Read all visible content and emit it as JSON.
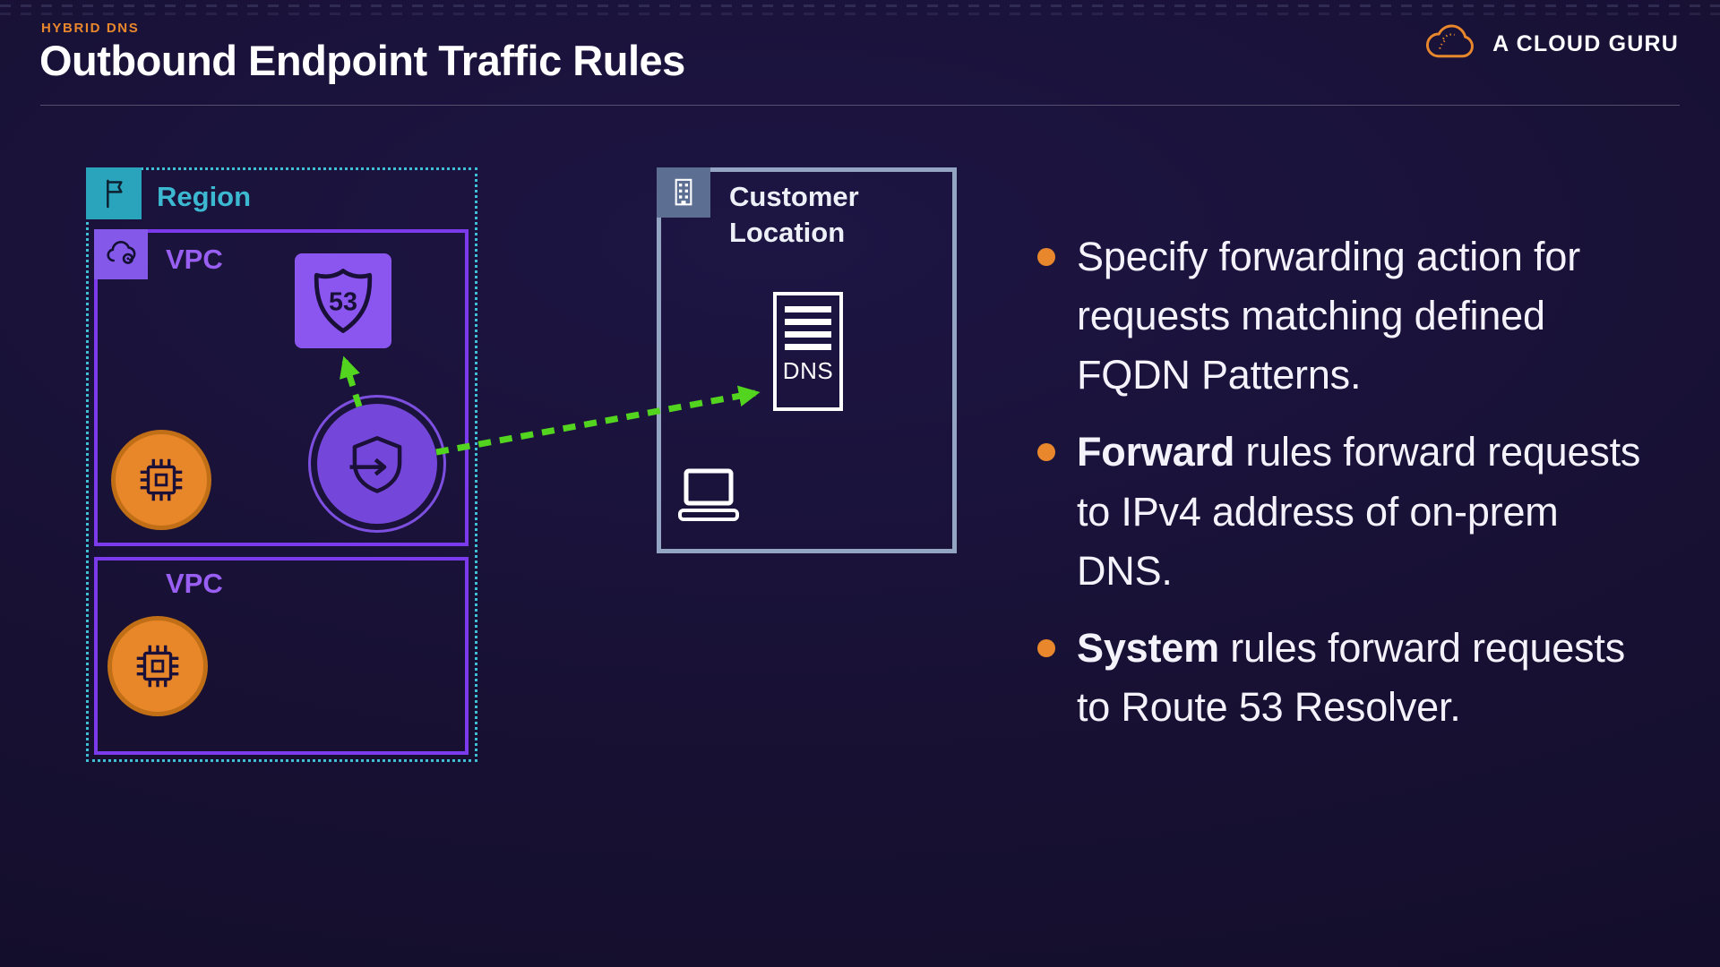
{
  "header": {
    "eyebrow": "HYBRID DNS",
    "title": "Outbound Endpoint Traffic Rules",
    "brand": "A CLOUD GURU"
  },
  "diagram": {
    "region": {
      "label": "Region"
    },
    "vpc1": {
      "label": "VPC"
    },
    "vpc2": {
      "label": "VPC"
    },
    "route53_badge": "53",
    "customer": {
      "label": "Customer Location"
    },
    "dns_server_label": "DNS"
  },
  "bullets": [
    {
      "segments": [
        {
          "text": "Specify forwarding action for requests matching defined FQDN Patterns.",
          "bold": false
        }
      ]
    },
    {
      "segments": [
        {
          "text": "Forward",
          "bold": true
        },
        {
          "text": " rules forward requests to IPv4 address of on-prem DNS.",
          "bold": false
        }
      ]
    },
    {
      "segments": [
        {
          "text": "System",
          "bold": true
        },
        {
          "text": " rules forward requests to Route 53 Resolver.",
          "bold": false
        }
      ]
    }
  ],
  "icons": {
    "region_badge": "flag-icon",
    "vpc_badge": "vpc-cloud-icon",
    "route53": "route-shield-icon",
    "ec2": "chip-icon",
    "resolver_endpoint": "shield-arrow-icon",
    "customer_badge": "building-icon",
    "dns": "dns-server-icon",
    "client": "laptop-icon",
    "brand": "acg-cloud-icon",
    "list_marker": "bullet-dot-icon"
  },
  "colors": {
    "accent_orange": "#E8872B",
    "purple_border": "#7C3AED",
    "purple_label": "#985FF2",
    "teal": "#3CB9D1",
    "steel_border": "#93A5C2",
    "arrow_green": "#53D41F",
    "background": "#171031",
    "text_white": "#F4F2FB"
  }
}
